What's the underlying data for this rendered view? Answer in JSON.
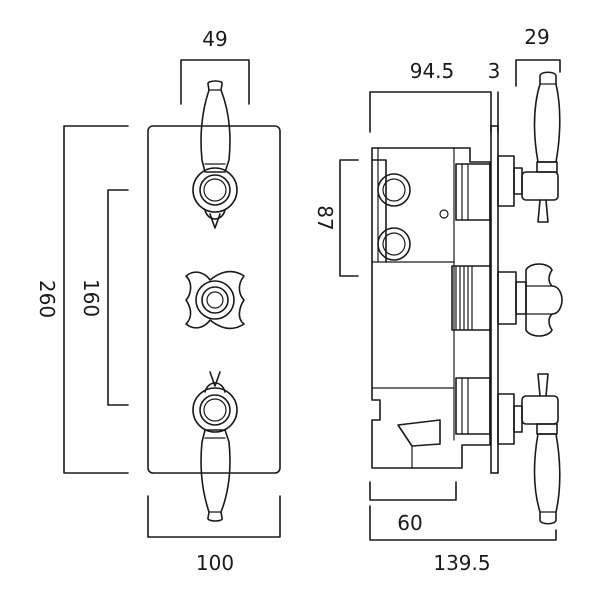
{
  "dimensions": {
    "front_handle_width": "49",
    "front_height": "260",
    "front_valve_spacing": "160",
    "front_width": "100",
    "side_body_depth": "94.5",
    "side_plate_thickness": "3",
    "side_handle_depth": "29",
    "side_port_spacing": "87",
    "side_rear_depth": "60",
    "side_total_depth": "139.5"
  }
}
